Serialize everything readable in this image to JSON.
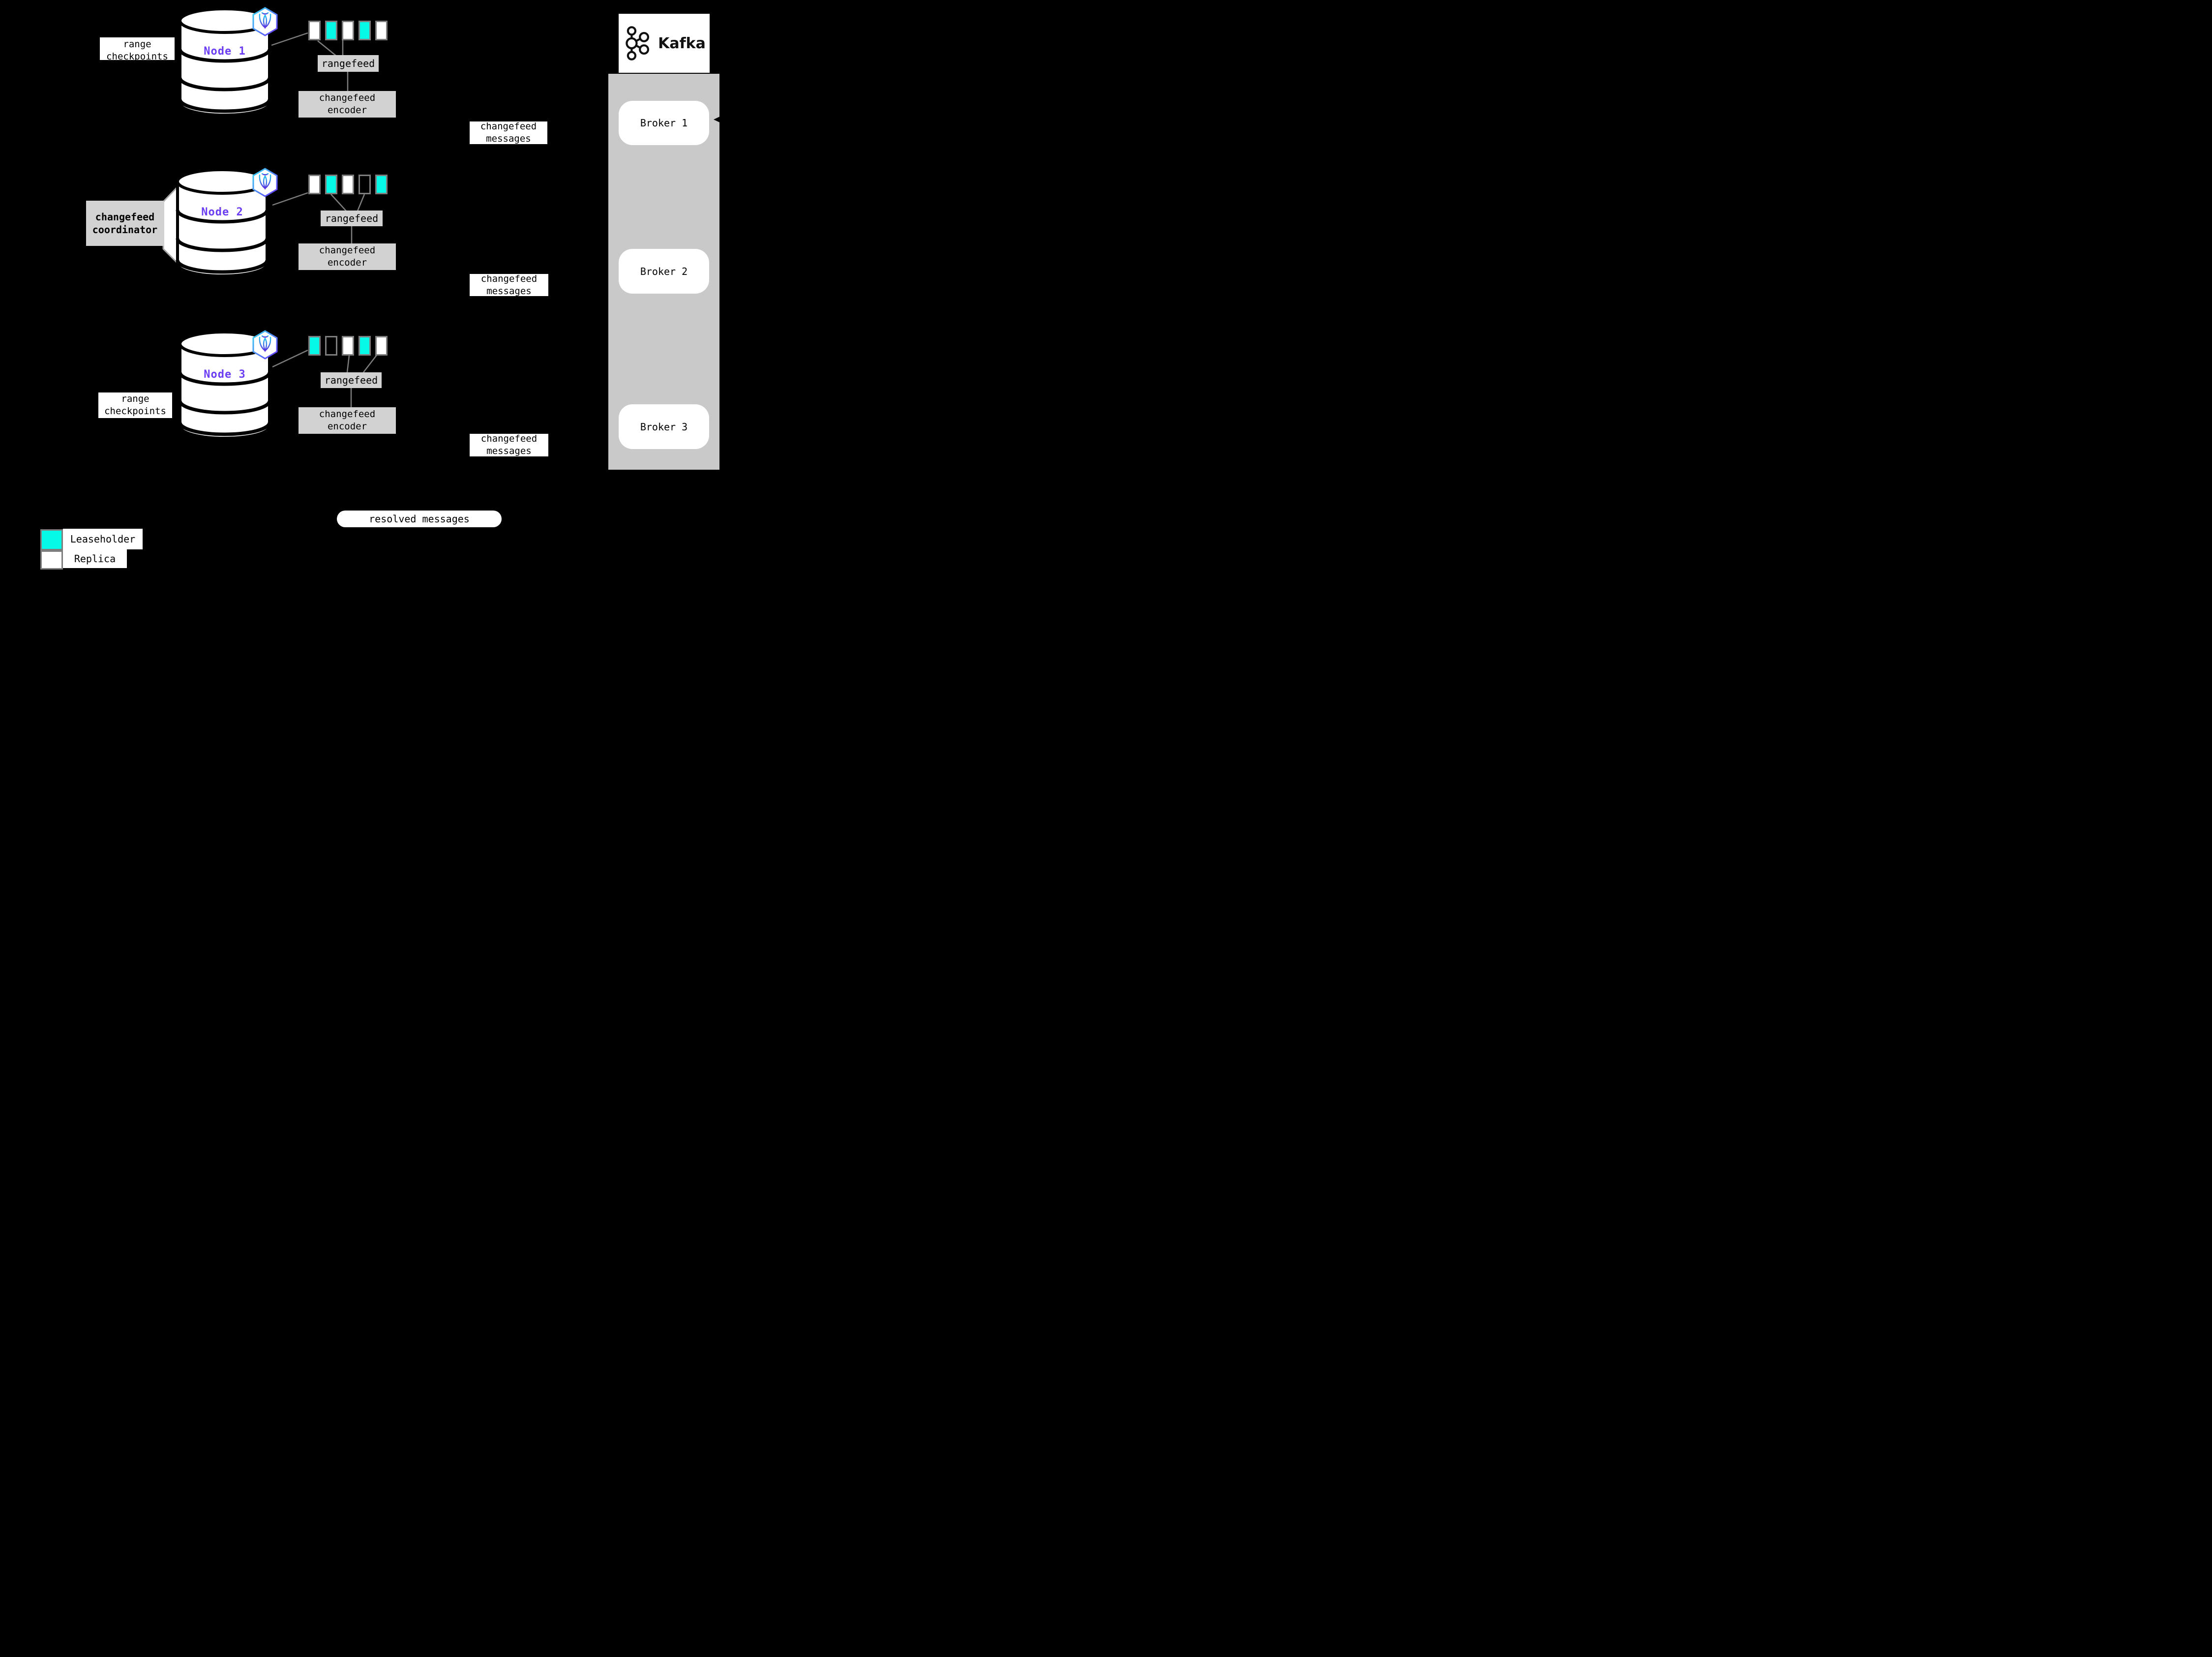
{
  "colors": {
    "background": "#000000",
    "leaseholder_teal": "#06f9e7",
    "replica_white": "#ffffff",
    "box_gray": "#d2d2d2",
    "panel_gray": "#c9c9c9",
    "node_purple": "#6b3ef5",
    "connector_gray": "#7d7d7d"
  },
  "nodes": [
    {
      "name": "Node 1",
      "side_label": "range checkpoints",
      "rangefeed_label": "rangefeed",
      "encoder_label": "changefeed encoder",
      "messages_label": "changefeed messages",
      "ranges": [
        "replica",
        "leaseholder",
        "replica",
        "leaseholder",
        "replica"
      ]
    },
    {
      "name": "Node 2",
      "side_label": "changefeed coordinator",
      "rangefeed_label": "rangefeed",
      "encoder_label": "changefeed encoder",
      "messages_label": "changefeed messages",
      "ranges": [
        "replica",
        "leaseholder",
        "replica",
        "empty",
        "leaseholder"
      ]
    },
    {
      "name": "Node 3",
      "side_label": "range checkpoints",
      "rangefeed_label": "rangefeed",
      "encoder_label": "changefeed encoder",
      "messages_label": "changefeed messages",
      "ranges": [
        "leaseholder",
        "empty",
        "replica",
        "leaseholder",
        "replica"
      ]
    }
  ],
  "kafka": {
    "title": "Kafka",
    "brokers": [
      "Broker 1",
      "Broker 2",
      "Broker 3"
    ]
  },
  "resolved_label": "resolved messages",
  "legend": [
    {
      "type": "leaseholder",
      "label": "Leaseholder"
    },
    {
      "type": "replica",
      "label": "Replica"
    }
  ]
}
